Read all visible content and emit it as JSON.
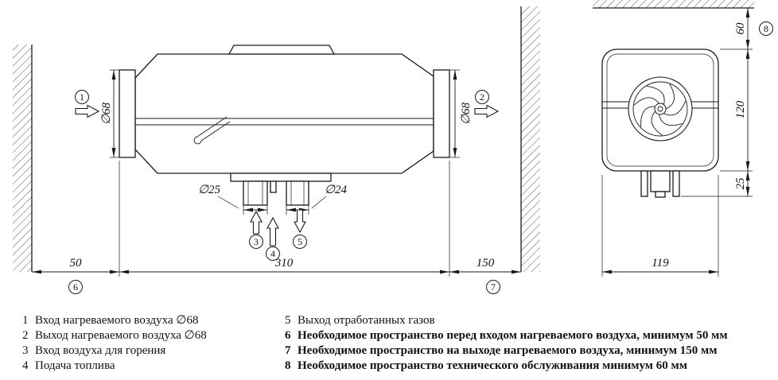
{
  "drawing": {
    "main_view": {
      "dim_flange_left": "∅68",
      "dim_flange_right": "∅68",
      "dim_pipe_intake": "∅25",
      "dim_pipe_exhaust": "∅24",
      "dim_clearance_left": "50",
      "dim_body_length": "310",
      "dim_clearance_right": "150",
      "callout_air_inlet": "1",
      "callout_air_outlet": "2",
      "callout_combustion_air": "3",
      "callout_fuel": "4",
      "callout_exhaust": "5",
      "callout_clearance_inlet": "6",
      "callout_clearance_outlet": "7"
    },
    "side_view": {
      "dim_clearance_top": "60",
      "dim_body_height": "120",
      "dim_stud_length": "25",
      "dim_body_width": "119",
      "callout_service_clearance": "8"
    }
  },
  "legend": {
    "items_left": [
      {
        "num": "1",
        "text": "Вход нагреваемого воздуха ∅68"
      },
      {
        "num": "2",
        "text": "Выход нагреваемого воздуха ∅68"
      },
      {
        "num": "3",
        "text": "Вход воздуха для горения"
      },
      {
        "num": "4",
        "text": "Подача топлива"
      }
    ],
    "items_right": [
      {
        "num": "5",
        "text": "Выход отработанных газов"
      },
      {
        "num": "6",
        "text": "Необходимое пространство перед входом нагреваемого воздуха, минимум 50 мм"
      },
      {
        "num": "7",
        "text": "Необходимое пространство на выходе нагреваемого воздуха, минимум 150 мм"
      },
      {
        "num": "8",
        "text": "Необходимое пространство технического обслуживания минимум 60 мм"
      }
    ]
  }
}
